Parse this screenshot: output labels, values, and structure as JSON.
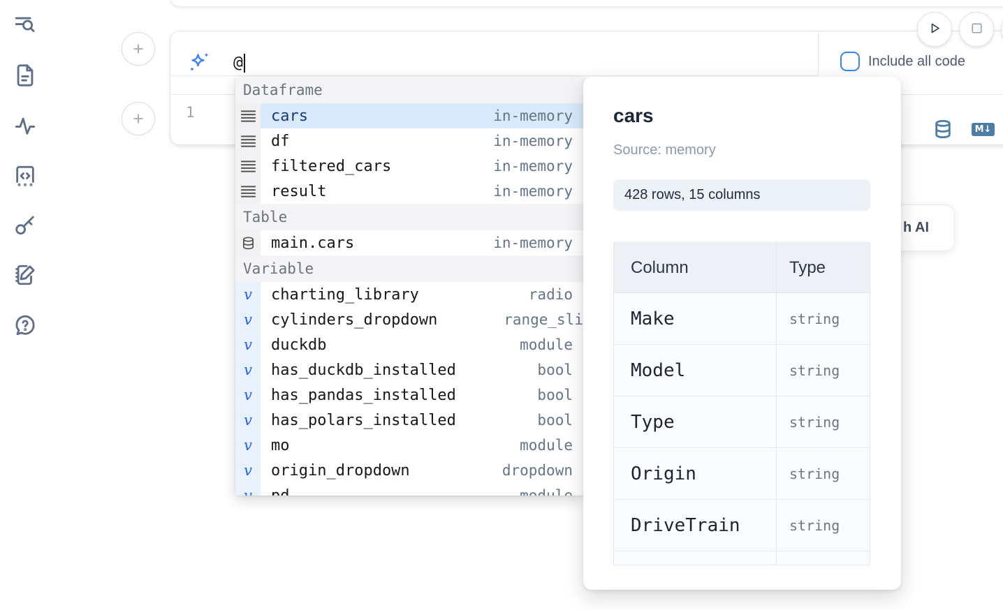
{
  "sidebar": {
    "items": [
      {
        "icon": "toc-search-icon"
      },
      {
        "icon": "file-document-icon"
      },
      {
        "icon": "activity-pulse-icon"
      },
      {
        "icon": "code-snippets-icon"
      },
      {
        "icon": "key-icon"
      },
      {
        "icon": "notebook-pen-icon"
      },
      {
        "icon": "help-chat-icon"
      }
    ]
  },
  "ai_bar": {
    "prompt_text": "@",
    "include_label": "Include all code"
  },
  "cell": {
    "line_number": "1"
  },
  "icons": {
    "plus": "+",
    "markdown_badge": "M↓",
    "variable_glyph": "v"
  },
  "autocomplete": {
    "sections": [
      {
        "label": "Dataframe",
        "items": [
          {
            "name": "cars",
            "type": "in-memory",
            "selected": true
          },
          {
            "name": "df",
            "type": "in-memory"
          },
          {
            "name": "filtered_cars",
            "type": "in-memory"
          },
          {
            "name": "result",
            "type": "in-memory"
          }
        ]
      },
      {
        "label": "Table",
        "items": [
          {
            "name": "main.cars",
            "type": "in-memory"
          }
        ]
      },
      {
        "label": "Variable",
        "items": [
          {
            "name": "charting_library",
            "type": "radio"
          },
          {
            "name": "cylinders_dropdown",
            "type": "range_sli"
          },
          {
            "name": "duckdb",
            "type": "module"
          },
          {
            "name": "has_duckdb_installed",
            "type": "bool"
          },
          {
            "name": "has_pandas_installed",
            "type": "bool"
          },
          {
            "name": "has_polars_installed",
            "type": "bool"
          },
          {
            "name": "mo",
            "type": "module"
          },
          {
            "name": "origin_dropdown",
            "type": "dropdown"
          },
          {
            "name": "pd",
            "type": "module"
          }
        ]
      }
    ]
  },
  "preview": {
    "title": "cars",
    "source": "Source: memory",
    "stats": "428 rows, 15 columns",
    "table": {
      "headers": [
        "Column",
        "Type"
      ],
      "rows": [
        [
          "Make",
          "string"
        ],
        [
          "Model",
          "string"
        ],
        [
          "Type",
          "string"
        ],
        [
          "Origin",
          "string"
        ],
        [
          "DriveTrain",
          "string"
        ]
      ]
    }
  },
  "generate_button": {
    "visible_label": "h AI"
  }
}
